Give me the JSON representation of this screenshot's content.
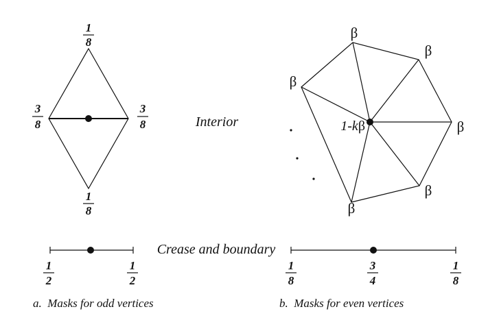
{
  "odd_interior": {
    "top_weight": {
      "num": "1",
      "den": "8"
    },
    "bottom_weight": {
      "num": "1",
      "den": "8"
    },
    "left_weight": {
      "num": "3",
      "den": "8"
    },
    "right_weight": {
      "num": "3",
      "den": "8"
    }
  },
  "middle_labels": {
    "interior": "Interior",
    "crease_boundary": "Crease and boundary"
  },
  "even_interior": {
    "neighbor_weight": "β",
    "center_weight_prefix": "1-k",
    "center_weight_symbol": "β"
  },
  "odd_crease": {
    "left_weight": {
      "num": "1",
      "den": "2"
    },
    "right_weight": {
      "num": "1",
      "den": "2"
    }
  },
  "even_crease": {
    "left_weight": {
      "num": "1",
      "den": "8"
    },
    "center_weight": {
      "num": "3",
      "den": "4"
    },
    "right_weight": {
      "num": "1",
      "den": "8"
    }
  },
  "captions": {
    "a": "a.  Masks for odd vertices",
    "b": "b.  Masks for even vertices"
  }
}
